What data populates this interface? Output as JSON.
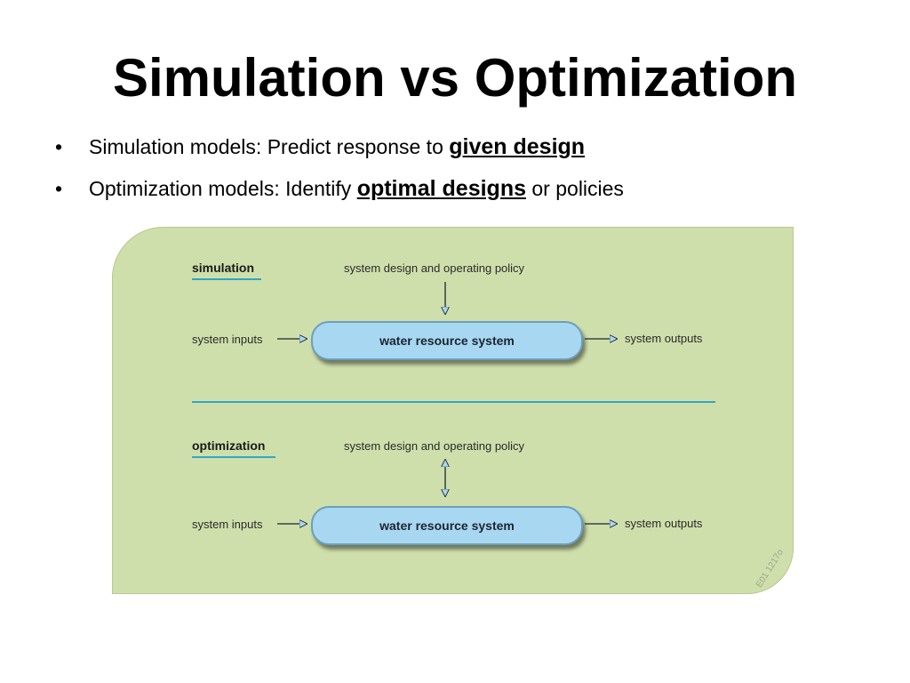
{
  "title": "Simulation vs Optimization",
  "bullets": [
    {
      "marker": "•",
      "prefix": "Simulation models: Predict response to ",
      "emphasis": "given design",
      "suffix": ""
    },
    {
      "marker": "•",
      "prefix": "Optimization models: Identify ",
      "emphasis": "optimal designs",
      "suffix": " or policies"
    }
  ],
  "diagram": {
    "simulation": {
      "label": "simulation",
      "top_label": "system design and operating policy",
      "inputs": "system inputs",
      "system": "water resource system",
      "outputs": "system outputs"
    },
    "optimization": {
      "label": "optimization",
      "top_label": "system design and operating policy",
      "inputs": "system inputs",
      "system": "water resource system",
      "outputs": "system outputs"
    },
    "stamp": "E01 1217o"
  },
  "colors": {
    "panel": "#cfdfab",
    "accent_line": "#2ea6c8",
    "pill_fill": "#a8d7f1",
    "pill_border": "#6c9fbd"
  }
}
